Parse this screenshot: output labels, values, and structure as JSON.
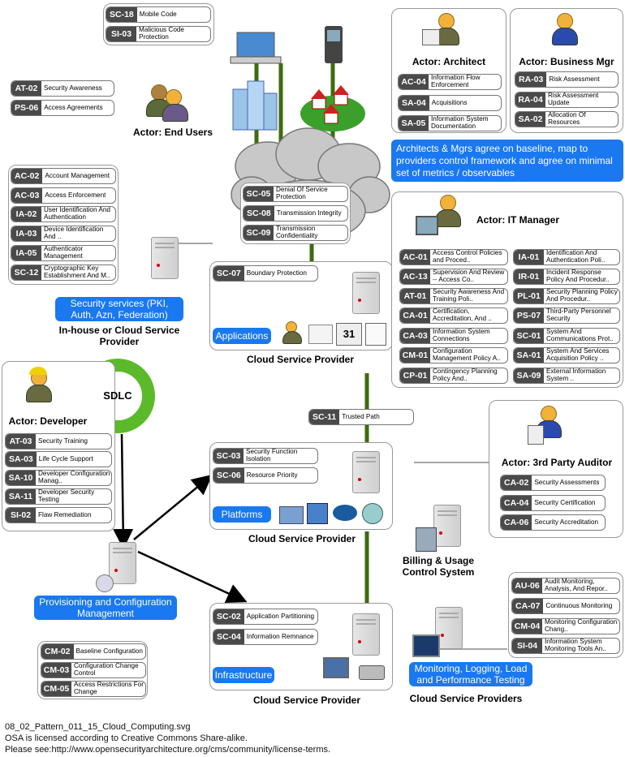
{
  "top_controls": [
    {
      "id": "SC-18",
      "name": "Mobile Code"
    },
    {
      "id": "SI-03",
      "name": "Malicious Code Protection"
    }
  ],
  "end_users": {
    "label": "Actor: End Users",
    "controls": [
      {
        "id": "AT-02",
        "name": "Security Awareness"
      },
      {
        "id": "PS-06",
        "name": "Access Agreements"
      }
    ]
  },
  "architect": {
    "label": "Actor: Architect",
    "controls": [
      {
        "id": "AC-04",
        "name": "Information Flow Enforcement"
      },
      {
        "id": "SA-04",
        "name": "Acquisitions"
      },
      {
        "id": "SA-05",
        "name": "Information System Documentation"
      }
    ]
  },
  "business_mgr": {
    "label": "Actor: Business Mgr",
    "controls": [
      {
        "id": "RA-03",
        "name": "Risk Assessment"
      },
      {
        "id": "RA-04",
        "name": "Risk Assessment Update"
      },
      {
        "id": "SA-02",
        "name": "Allocation Of Resources"
      }
    ]
  },
  "architects_note": "Architects & Mgrs agree on baseline, map to providers control framework and agree on minimal set of metrics / observables",
  "security_services": {
    "controls": [
      {
        "id": "AC-02",
        "name": "Account Management"
      },
      {
        "id": "AC-03",
        "name": "Access Enforcement"
      },
      {
        "id": "IA-02",
        "name": "User Identification And Authentication"
      },
      {
        "id": "IA-03",
        "name": "Device Identification And .."
      },
      {
        "id": "IA-05",
        "name": "Authenticator Management"
      },
      {
        "id": "SC-12",
        "name": "Cryptographic Key Establishment And M.."
      }
    ],
    "banner": "Security services (PKI, Auth, Azn, Federation)",
    "label": "In-house or Cloud Service Provider"
  },
  "cloud_controls": [
    {
      "id": "SC-05",
      "name": "Denial Of Service Protection"
    },
    {
      "id": "SC-08",
      "name": "Transmission Integrity"
    },
    {
      "id": "SC-09",
      "name": "Transmission Confidentiality"
    }
  ],
  "app_provider": {
    "control": {
      "id": "SC-07",
      "name": "Boundary Protection"
    },
    "tag": "Applications",
    "label": "Cloud Service Provider",
    "calendar": "31"
  },
  "it_manager": {
    "label": "Actor: IT Manager",
    "left": [
      {
        "id": "AC-01",
        "name": "Access Control Policies and Proced.."
      },
      {
        "id": "AC-13",
        "name": "Supervision And Review -- Access Co.."
      },
      {
        "id": "AT-01",
        "name": "Security Awareness And Training Poli.."
      },
      {
        "id": "CA-01",
        "name": "Certification, Accreditation, And .."
      },
      {
        "id": "CA-03",
        "name": "Information System Connections"
      },
      {
        "id": "CM-01",
        "name": "Configuration Management Policy A.."
      },
      {
        "id": "CP-01",
        "name": "Contingency Planning Policy And.."
      }
    ],
    "right": [
      {
        "id": "IA-01",
        "name": "Identification And Authentication Poli.."
      },
      {
        "id": "IR-01",
        "name": "Incident Response Policy And Procedur.."
      },
      {
        "id": "PL-01",
        "name": "Security Planning Policy And Procedur.."
      },
      {
        "id": "PS-07",
        "name": "Third-Party Personnel Security"
      },
      {
        "id": "SC-01",
        "name": "System And Communications Prot.."
      },
      {
        "id": "SA-01",
        "name": "System And Services Acquisition Policy .."
      },
      {
        "id": "SA-09",
        "name": "External Information System .."
      }
    ]
  },
  "trusted_path": {
    "id": "SC-11",
    "name": "Trusted Path"
  },
  "developer": {
    "label": "Actor: Developer",
    "sdlc": "SDLC",
    "controls": [
      {
        "id": "AT-03",
        "name": "Security Training"
      },
      {
        "id": "SA-03",
        "name": "Life Cycle Support"
      },
      {
        "id": "SA-10",
        "name": "Developer Configuration Manag.."
      },
      {
        "id": "SA-11",
        "name": "Developer Security Testing"
      },
      {
        "id": "SI-02",
        "name": "Flaw Remediation"
      }
    ]
  },
  "platform_provider": {
    "controls": [
      {
        "id": "SC-03",
        "name": "Security Function Isolation"
      },
      {
        "id": "SC-06",
        "name": "Resource Priority"
      }
    ],
    "tag": "Platforms",
    "label": "Cloud Service Provider"
  },
  "auditor": {
    "label": "Actor: 3rd Party Auditor",
    "controls": [
      {
        "id": "CA-02",
        "name": "Security Assessments"
      },
      {
        "id": "CA-04",
        "name": "Security Certification"
      },
      {
        "id": "CA-06",
        "name": "Security Accreditation"
      }
    ]
  },
  "billing": "Billing & Usage Control System",
  "provisioning": "Provisioning and Configuration Management",
  "config_controls": [
    {
      "id": "CM-02",
      "name": "Baseline Configuration"
    },
    {
      "id": "CM-03",
      "name": "Configuration Change Control"
    },
    {
      "id": "CM-05",
      "name": "Access Restrictions For Change"
    }
  ],
  "infra_provider": {
    "controls": [
      {
        "id": "SC-02",
        "name": "Application Partitioning"
      },
      {
        "id": "SC-04",
        "name": "Information Remnance"
      }
    ],
    "tag": "Infrastructure",
    "label": "Cloud Service Provider"
  },
  "monitoring": {
    "controls": [
      {
        "id": "AU-06",
        "name": "Audit Monitoring, Analysis, And Repor.."
      },
      {
        "id": "CA-07",
        "name": "Continuous Monitoring"
      },
      {
        "id": "CM-04",
        "name": "Monitoring Configuration Chang.."
      },
      {
        "id": "SI-04",
        "name": "Information System Monitoring Tools An.."
      }
    ],
    "banner": "Monitoring, Logging, Load and Performance Testing",
    "label": "Cloud Service Providers"
  },
  "footer": [
    "08_02_Pattern_011_15_Cloud_Computing.svg",
    "OSA is licensed according to Creative Commons Share-alike.",
    "Please see:http://www.opensecurityarchitecture.org/cms/community/license-terms."
  ],
  "colors": {
    "accent": "#1a78f0",
    "control_id_bg": "#4a4a4a",
    "line_green": "#3d6b0f"
  }
}
